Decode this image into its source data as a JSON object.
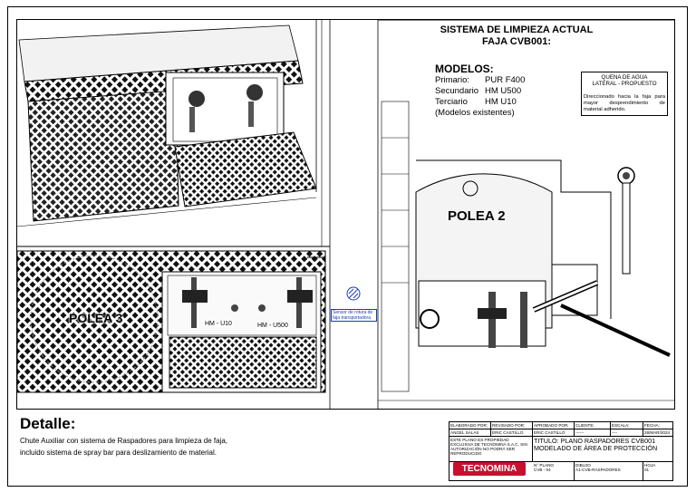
{
  "title": {
    "line1": "SISTEMA DE LIMPIEZA ACTUAL",
    "line2": "FAJA CVB001:"
  },
  "models": {
    "header": "MODELOS:",
    "rows": [
      {
        "label": "Primario:",
        "value": "PUR F400"
      },
      {
        "label": "Secundario",
        "value": "HM U500"
      },
      {
        "label": "Terciario",
        "value": "HM U10"
      }
    ],
    "note": "(Modelos existentes)"
  },
  "proposal_note": {
    "header_line1": "QUENA DE AGUA",
    "header_line2": "LATERAL - PROPUESTO",
    "body": "Direccionado hacia la faja para mayor desprendimiento de material adherido."
  },
  "labels": {
    "polea2": "POLEA 2",
    "polea3": "POLEA 3",
    "hm_u10": "HM - U10",
    "hm_u500": "HM - U500",
    "sensor": "Sensor de rotura de faja transportadora"
  },
  "detail": {
    "heading": "Detalle:",
    "text": "Chute Auxiliar con sistema de Raspadores para limpieza de faja, incluido sistema de spray bar para deslizamiento de material."
  },
  "title_block": {
    "elaborado": "ELABORADO POR:",
    "revisado": "REVISADO POR:",
    "aprobado": "APROBADO POR:",
    "cliente": "CLIENTE:",
    "escala": "ESCALA:",
    "fecha": "FECHA:",
    "name1": "ANGEL SALAS",
    "name2": "ERIC CASTILLO",
    "name3": "ERIC CASTILLO",
    "dash": "------",
    "scale_val": "----",
    "date_val": "28/MAR/2024",
    "legal": "ESTE PLANO ES PROPIEDAD EXCLUSIVA DE TECNOMINA S.A.C. SIN AUTORIZACIÓN NO PODRÁ SER REPRODUCIDO",
    "titulo_label": "TITULO:",
    "titulo_val": "PLANO RASPADORES CVB001",
    "titulo_line2": "MODELADO DE ÁREA DE PROTECCIÓN",
    "plano_label": "N° PLANO",
    "plano_val": "CVB - 04",
    "dibujo_label": "DIBUJO",
    "dibujo_val": "A1-CVB-RASPADORES",
    "hoja_label": "HOJA",
    "hoja_val": "01",
    "logo": "TECNOMINA"
  },
  "colors": {
    "sensor_blue": "#1e3ab8",
    "logo_red": "#c8102e"
  }
}
